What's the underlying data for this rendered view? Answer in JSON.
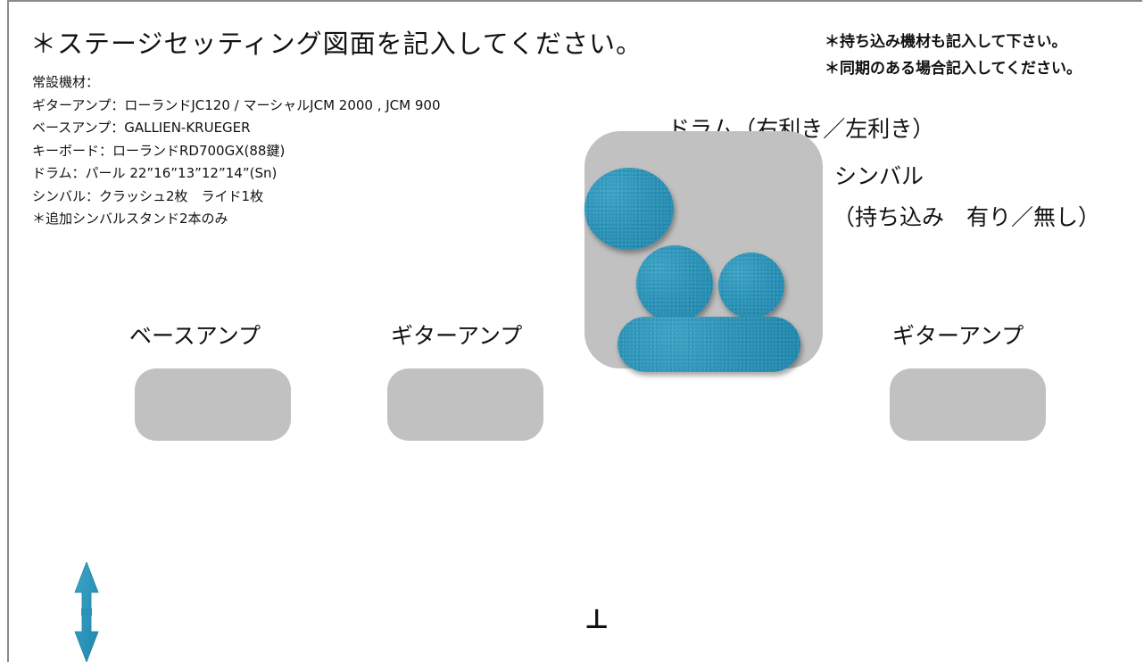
{
  "header": {
    "title": "＊ステージセッティング図面を記入してください。",
    "notes": [
      "＊持ち込み機材も記入して下さい。",
      "＊同期のある場合記入してください。"
    ]
  },
  "equipment": {
    "heading": "常設機材：",
    "items": [
      "ギターアンプ：ローランドJC120 / マーシャルJCM 2000 , JCM 900",
      "ベースアンプ：GALLIEN-KRUEGER",
      "キーボード：ローランドRD700GX(88鍵)",
      "ドラム：パール 22”16”13”12”14”(Sn)",
      "シンバル：クラッシュ2枚　ライド1枚",
      "＊追加シンバルスタンド2本のみ"
    ]
  },
  "stage": {
    "drum_label": "ドラム（右利き／左利き）",
    "cymbal_label": "シンバル",
    "cymbal_option": "（持ち込み　有り／無し）",
    "bass_amp_label": "ベースアンプ",
    "guitar_amp_left_label": "ギターアンプ",
    "guitar_amp_right_label": "ギターアンプ",
    "mic_symbol": "⊥"
  },
  "colors": {
    "amp_gray": "#c1c1c1",
    "pad_blue": "#2a93b8",
    "frame_gray": "#8a8a8a",
    "arrow_blue": "#2e95b9"
  }
}
